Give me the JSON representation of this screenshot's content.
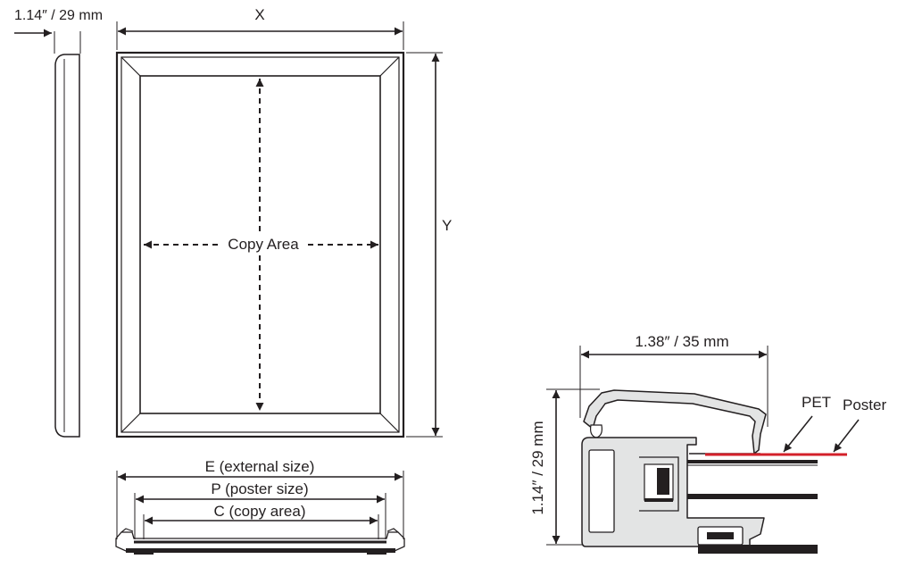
{
  "labels": {
    "frame_depth": "1.14″ / 29 mm",
    "width_x": "X",
    "height_y": "Y",
    "copy_area": "Copy Area",
    "external_size": "E (external size)",
    "poster_size": "P (poster size)",
    "copy_area_size": "C (copy area)",
    "profile_width": "1.38″ / 35 mm",
    "profile_height": "1.14″ / 29 mm",
    "pet": "PET",
    "poster": "Poster"
  },
  "colors": {
    "line": "#231f20",
    "profile_fill": "#e3e4e4",
    "poster_line": "#d3202a"
  }
}
